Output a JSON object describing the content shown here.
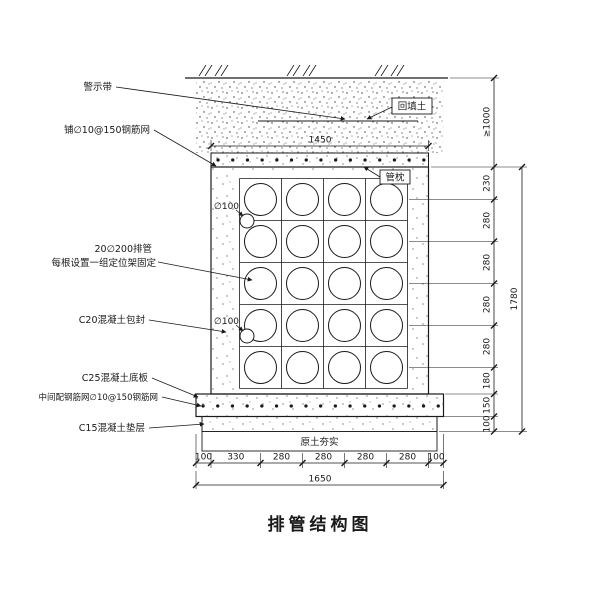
{
  "title": "排管结构图",
  "colors": {
    "ink": "#1a1a1a",
    "background": "#ffffff"
  },
  "callouts": {
    "warning_tape": "警示带",
    "top_mesh": "铺∅10@150钢筋网",
    "backfill_soil": "回填土",
    "pipe_pillow": "管枕",
    "pipe_dia_top": "∅100",
    "pipe_dia_bottom": "∅100",
    "pipes_line1": "20∅200排管",
    "pipes_line2": "每根设置一组定位架固定",
    "encasement": "C20混凝土包封",
    "base_slab": "C25混凝土底板",
    "base_mesh": "中间配钢筋网∅10@150钢筋网",
    "cushion": "C15混凝土垫层",
    "compacted_soil": "原土夯实"
  },
  "dimensions": {
    "top_width": "1450",
    "cover_depth": "≥1000",
    "right_chain": [
      "230",
      "280",
      "280",
      "280",
      "280",
      "180",
      "150",
      "100"
    ],
    "right_total": "1780",
    "bottom_chain": [
      "100",
      "330",
      "280",
      "280",
      "280",
      "280",
      "100"
    ],
    "bottom_total": "1650"
  }
}
